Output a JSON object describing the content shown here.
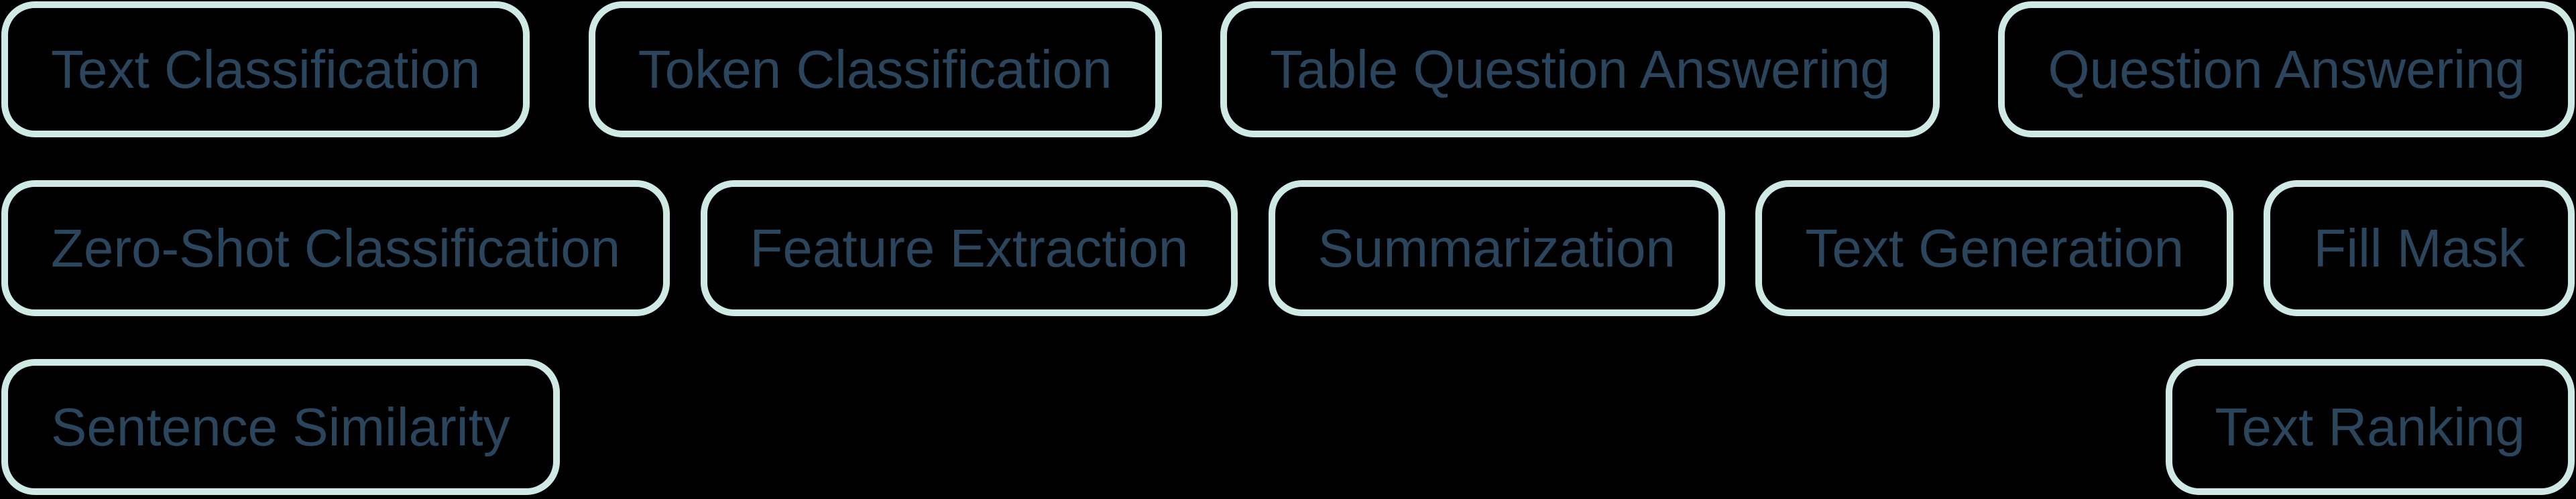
{
  "page": {
    "background": "#000000"
  },
  "tags": {
    "border_color": "#cfeae5",
    "text_color": "#2b455c",
    "rows": [
      {
        "items": [
          {
            "label": "Text Classification"
          },
          {
            "label": "Token Classification"
          },
          {
            "label": "Table Question Answering"
          },
          {
            "label": "Question Answering"
          }
        ]
      },
      {
        "items": [
          {
            "label": "Zero-Shot Classification"
          },
          {
            "label": "Feature Extraction"
          },
          {
            "label": "Summarization"
          },
          {
            "label": "Text Generation"
          },
          {
            "label": "Fill Mask"
          }
        ]
      },
      {
        "items": [
          {
            "label": "Sentence Similarity"
          },
          {
            "label": "Text Ranking"
          }
        ]
      }
    ]
  }
}
